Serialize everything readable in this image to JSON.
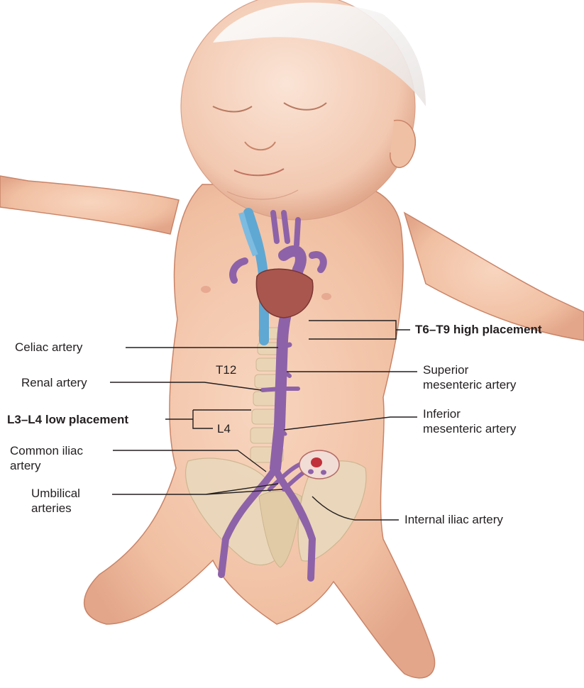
{
  "labels": {
    "t6_t9": "T6–T9 high placement",
    "celiac": "Celiac artery",
    "t12": "T12",
    "superior_1": "Superior",
    "superior_2": "mesenteric artery",
    "renal": "Renal artery",
    "l3_l4": "L3–L4 low placement",
    "inferior_1": "Inferior",
    "inferior_2": "mesenteric artery",
    "l4": "L4",
    "common_iliac_1": "Common iliac",
    "common_iliac_2": "artery",
    "umbilical_1": "Umbilical",
    "umbilical_2": "arteries",
    "internal_iliac": "Internal iliac artery"
  },
  "colors": {
    "skin": "#f3c6aa",
    "skin_shadow": "#d9957a",
    "artery": "#8e62a8",
    "vein": "#5fa8d3",
    "heart": "#a9564f",
    "bone": "#e8d6b6"
  }
}
